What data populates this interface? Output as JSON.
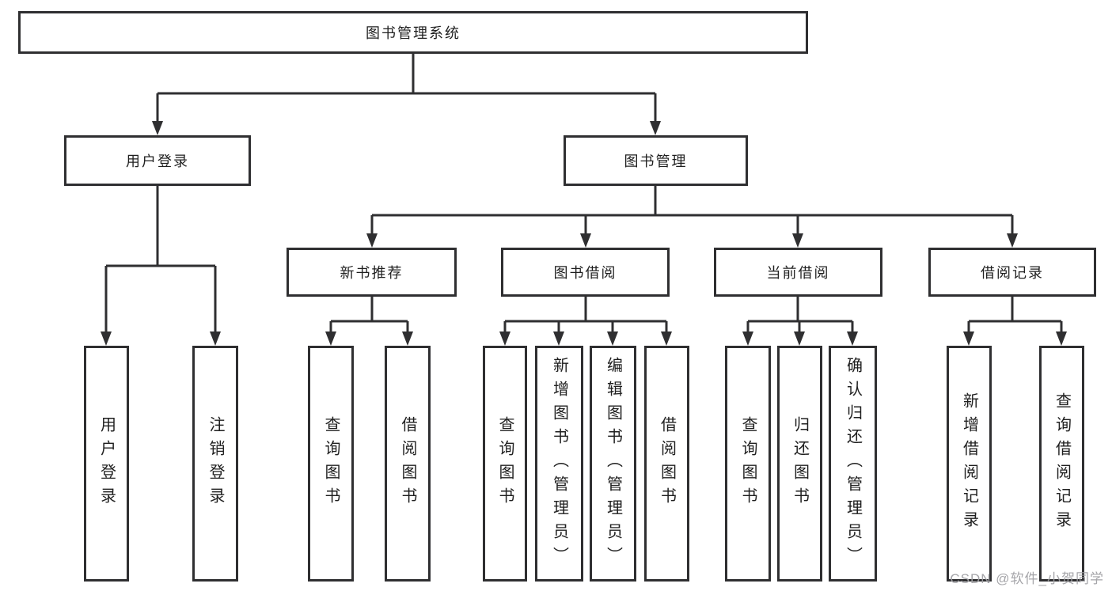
{
  "diagram": {
    "type": "hierarchy-tree",
    "labels": {
      "root": "图书管理系统",
      "login": "用户登录",
      "mgmt": "图书管理",
      "newbook": "新书推荐",
      "borrow": "图书借阅",
      "current": "当前借阅",
      "records": "借阅记录",
      "login_user": "用户登录",
      "login_logout": "注销登录",
      "newbook_query": "查询图书",
      "newbook_borrow": "借阅图书",
      "borrow_query": "查询图书",
      "borrow_add": "新增图书（管理员）",
      "borrow_edit": "编辑图书（管理员）",
      "borrow_borrow": "借阅图书",
      "current_query": "查询图书",
      "current_return": "归还图书",
      "current_confirm": "确认归还（管理员）",
      "records_add": "新增借阅记录",
      "records_query": "查询借阅记录"
    },
    "structure": {
      "图书管理系统": {
        "用户登录": [
          "用户登录",
          "注销登录"
        ],
        "图书管理": {
          "新书推荐": [
            "查询图书",
            "借阅图书"
          ],
          "图书借阅": [
            "查询图书",
            "新增图书（管理员）",
            "编辑图书（管理员）",
            "借阅图书"
          ],
          "当前借阅": [
            "查询图书",
            "归还图书",
            "确认归还（管理员）"
          ],
          "借阅记录": [
            "新增借阅记录",
            "查询借阅记录"
          ]
        }
      }
    }
  },
  "watermark": {
    "text": "CSDN @软件_小贺同学",
    "color": "#a1a1a5"
  },
  "colors": {
    "line": "#2f2f31",
    "text": "#1f1f1f",
    "background": "#ffffff"
  }
}
